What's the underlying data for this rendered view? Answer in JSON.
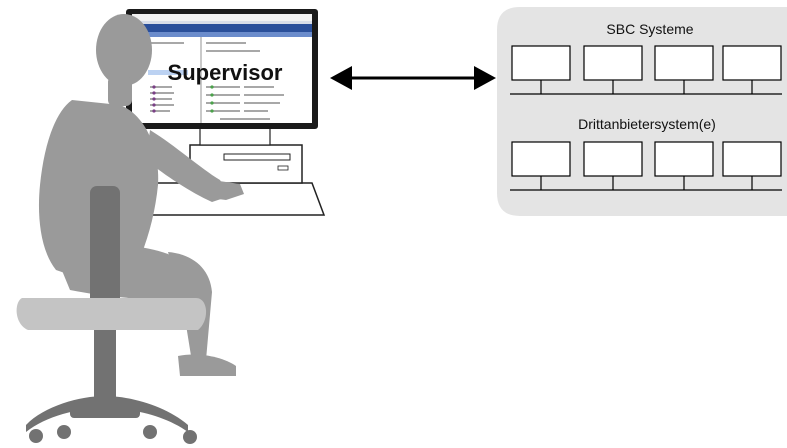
{
  "supervisor": {
    "label": "Supervisor"
  },
  "groups": [
    {
      "label": "SBC Systeme",
      "devices": 4
    },
    {
      "label": "Drittanbietersystem(e)",
      "devices": 4
    }
  ],
  "colors": {
    "panel": "#e4e4e4",
    "person": "#9a9a9a",
    "chair": "#727272",
    "seat": "#c4c4c4",
    "monitor": "#1a1a1a",
    "screen_bar": "#2a4f9a"
  },
  "icons": [
    "bidirectional-arrow-icon",
    "workstation-icon",
    "person-icon",
    "chair-icon",
    "device-box-icon"
  ]
}
